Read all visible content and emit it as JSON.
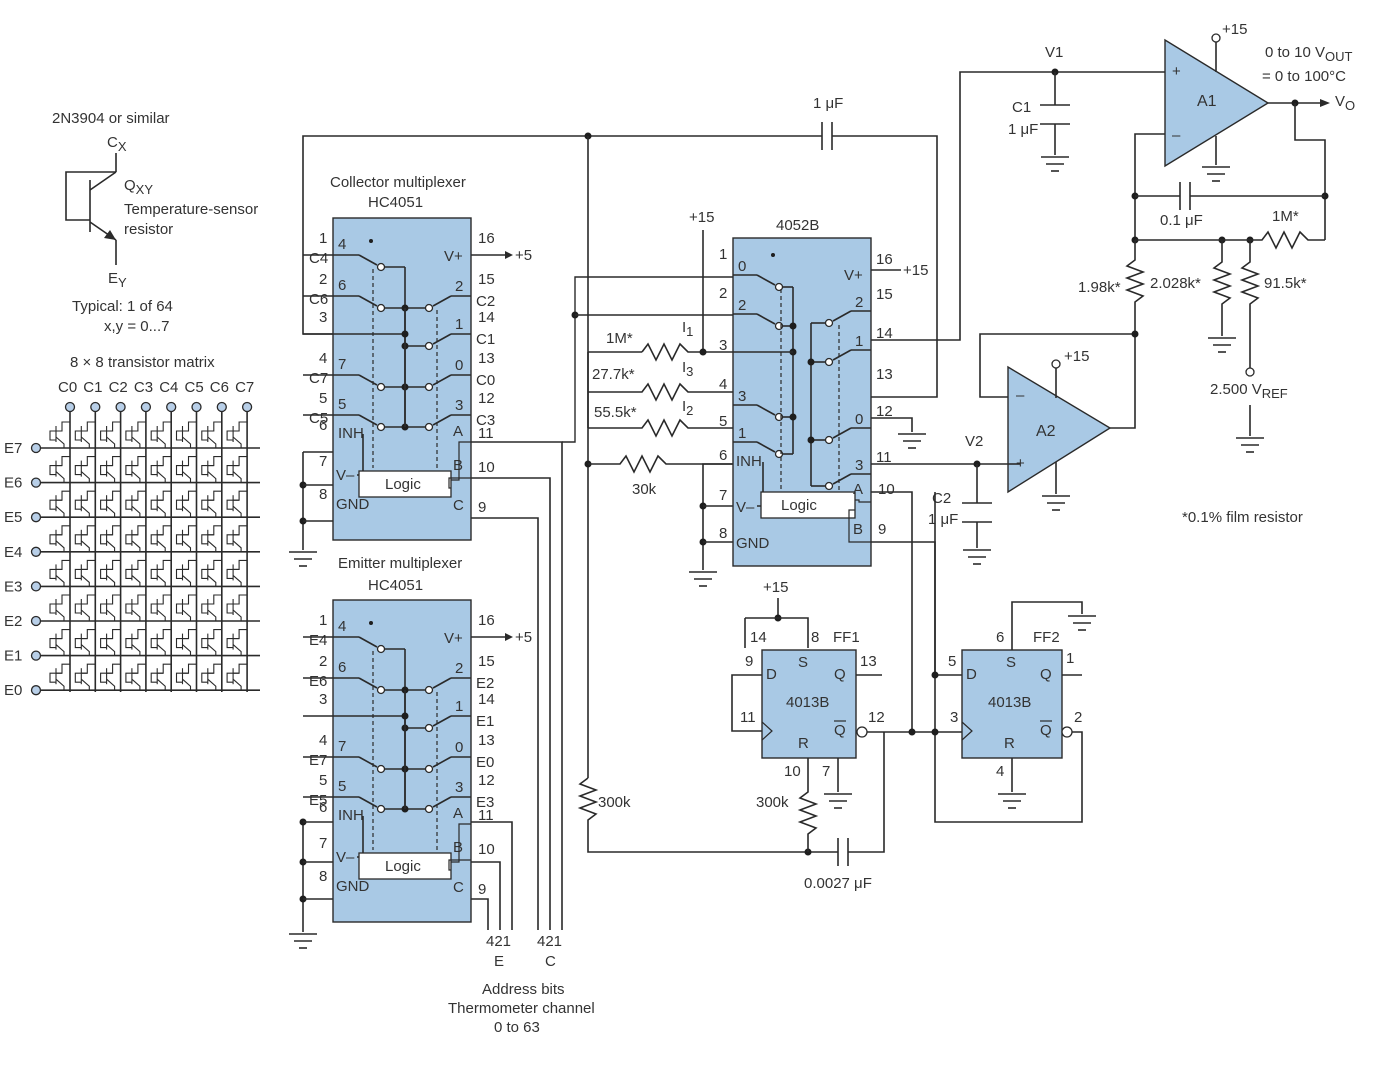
{
  "transistor": {
    "part": "2N3904 or similar",
    "collector": "C",
    "collector_sub": "X",
    "q_label": "Q",
    "q_sub": "XY",
    "desc1": "Temperature-sensor",
    "desc2": "resistor",
    "emitter": "E",
    "emitter_sub": "Y",
    "typical1": "Typical: 1 of 64",
    "typical2": "x,y = 0...7"
  },
  "matrix": {
    "title": "8 × 8 transistor matrix",
    "columns": [
      "C0",
      "C1",
      "C2",
      "C3",
      "C4",
      "C5",
      "C6",
      "C7"
    ],
    "rows": [
      "E7",
      "E6",
      "E5",
      "E4",
      "E3",
      "E2",
      "E1",
      "E0"
    ]
  },
  "collector_mux": {
    "title1": "Collector multiplexer",
    "title2": "HC4051",
    "left": [
      {
        "pin": "1",
        "sig": "C4",
        "sw": "4"
      },
      {
        "pin": "2",
        "sig": "C6",
        "sw": "6"
      },
      {
        "pin": "3",
        "sig": "",
        "sw": ""
      },
      {
        "pin": "4",
        "sig": "C7",
        "sw": "7"
      },
      {
        "pin": "5",
        "sig": "C5",
        "sw": "5"
      }
    ],
    "right": [
      {
        "pin": "16",
        "sig": "+5",
        "sw": "V+"
      },
      {
        "pin": "15",
        "sig": "C2",
        "sw": "2"
      },
      {
        "pin": "14",
        "sig": "C1",
        "sw": "1"
      },
      {
        "pin": "13",
        "sig": "C0",
        "sw": "0"
      },
      {
        "pin": "12",
        "sig": "C3",
        "sw": "3"
      }
    ],
    "inh": "INH",
    "inh_pin": "6",
    "vminus": "V–",
    "vminus_pin": "7",
    "gnd": "GND",
    "gnd_pin": "8",
    "a": "A",
    "a_pin": "11",
    "b": "B",
    "b_pin": "10",
    "c": "C",
    "c_pin": "9",
    "logic": "Logic"
  },
  "emitter_mux": {
    "title1": "Emitter multiplexer",
    "title2": "HC4051",
    "left": [
      {
        "pin": "1",
        "sig": "E4",
        "sw": "4"
      },
      {
        "pin": "2",
        "sig": "E6",
        "sw": "6"
      },
      {
        "pin": "3",
        "sig": "",
        "sw": ""
      },
      {
        "pin": "4",
        "sig": "E7",
        "sw": "7"
      },
      {
        "pin": "5",
        "sig": "E5",
        "sw": "5"
      }
    ],
    "right": [
      {
        "pin": "16",
        "sig": "+5",
        "sw": "V+"
      },
      {
        "pin": "15",
        "sig": "E2",
        "sw": "2"
      },
      {
        "pin": "14",
        "sig": "E1",
        "sw": "1"
      },
      {
        "pin": "13",
        "sig": "E0",
        "sw": "0"
      },
      {
        "pin": "12",
        "sig": "E3",
        "sw": "3"
      }
    ],
    "inh": "INH",
    "inh_pin": "6",
    "vminus": "V–",
    "vminus_pin": "7",
    "gnd": "GND",
    "gnd_pin": "8",
    "a": "A",
    "a_pin": "11",
    "b": "B",
    "b_pin": "10",
    "c": "C",
    "c_pin": "9",
    "logic": "Logic"
  },
  "address": {
    "e_bits": "421",
    "e": "E",
    "c_bits": "421",
    "c": "C",
    "line1": "Address bits",
    "line2": "Thermometer channel",
    "line3": "0 to 63"
  },
  "mux4052": {
    "title": "4052B",
    "supply": "+15",
    "left": [
      {
        "pin": "1",
        "sw": "0"
      },
      {
        "pin": "2",
        "sw": "2"
      },
      {
        "pin": "3",
        "sw": ""
      },
      {
        "pin": "4",
        "sw": "3"
      },
      {
        "pin": "5",
        "sw": "1"
      }
    ],
    "right": [
      {
        "pin": "16",
        "sw": "V+",
        "sig": "+15"
      },
      {
        "pin": "15",
        "sw": "2"
      },
      {
        "pin": "14",
        "sw": "1"
      },
      {
        "pin": "13",
        "sw": ""
      },
      {
        "pin": "12",
        "sw": "0"
      },
      {
        "pin": "11",
        "sw": "3"
      }
    ],
    "inh": "INH",
    "inh_pin": "6",
    "vminus": "V–",
    "vminus_pin": "7",
    "gnd": "GND",
    "gnd_pin": "8",
    "a": "A",
    "a_pin": "10",
    "b": "B",
    "b_pin": "9",
    "logic": "Logic"
  },
  "resistors": {
    "r1": "1M*",
    "i1": "I",
    "i1_sub": "1",
    "r3": "27.7k*",
    "i3": "I",
    "i3_sub": "3",
    "r2": "55.5k*",
    "i2": "I",
    "i2_sub": "2",
    "r30k": "30k",
    "r300k_left": "300k",
    "r300k_ff": "300k",
    "cap_top": "1 μF",
    "cap_osc": "0.0027 μF"
  },
  "opamps": {
    "a1": "A1",
    "a2": "A2",
    "a1_supply": "+15",
    "a2_supply": "+15",
    "v1": "V1",
    "v2": "V2",
    "c1": "C1",
    "c1_val": "1 μF",
    "c2": "C2",
    "c2_val": "1 μF",
    "out1": "0 to 10 V",
    "out1_sub": "OUT",
    "out2": "= 0 to 100°C",
    "vo": "V",
    "vo_sub": "O",
    "cf": "0.1 μF",
    "rf": "1M*",
    "r198": "1.98k*",
    "r2028": "2.028k*",
    "r915": "91.5k*",
    "vref": "2.500 V",
    "vref_sub": "REF",
    "note": "*0.1% film resistor"
  },
  "flipflops": {
    "supply": "+15",
    "ff1": "FF1",
    "ff2": "FF2",
    "chip": "4013B",
    "ff1_pins": {
      "s": "8",
      "vdd": "14",
      "d": "9",
      "q": "13",
      "clk": "11",
      "qb": "12",
      "r": "10",
      "gnd": "7"
    },
    "ff2_pins": {
      "s": "6",
      "d": "5",
      "q": "1",
      "clk": "3",
      "qb": "2",
      "r": "4"
    },
    "s": "S",
    "d": "D",
    "q": "Q",
    "qb": "Q",
    "r": "R"
  }
}
